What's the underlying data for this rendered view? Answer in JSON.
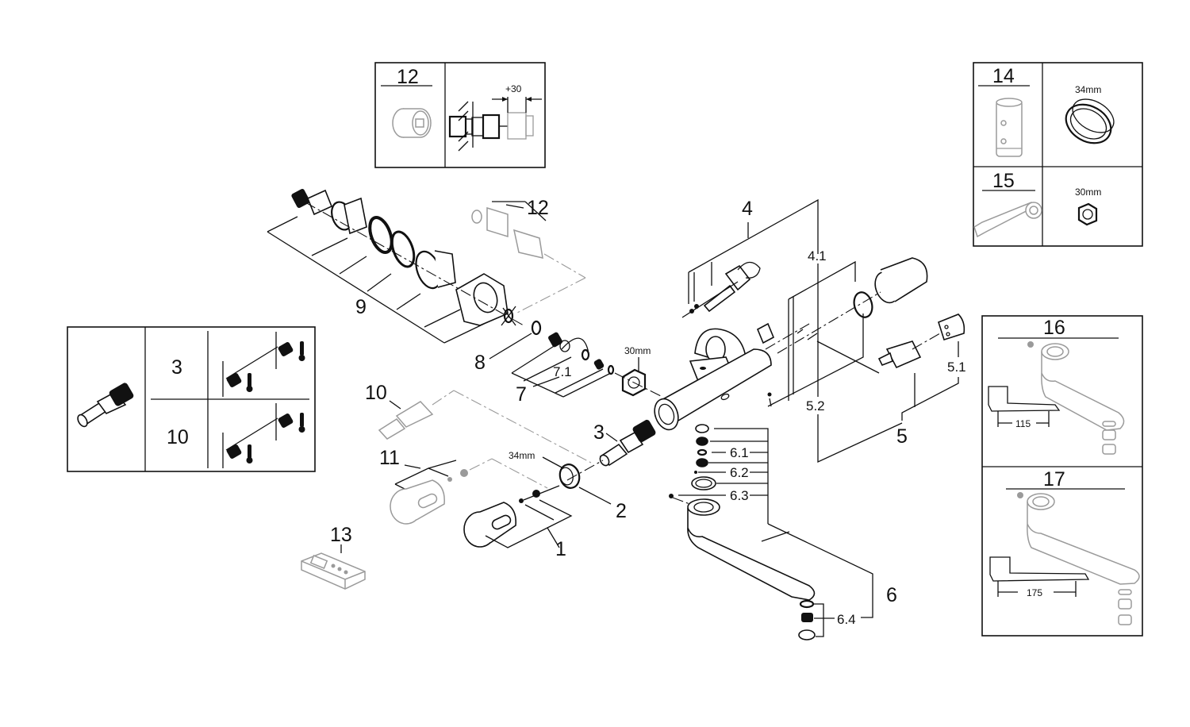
{
  "diagram": {
    "type": "exploded-parts-diagram",
    "subject": "thermostatic wall mixer with swivel spout",
    "main_labels": {
      "p1": "1",
      "p2": "2",
      "p3": "3",
      "p4": "4",
      "p4_1": "4.1",
      "p5": "5",
      "p5_1": "5.1",
      "p5_2": "5.2",
      "p6": "6",
      "p6_1": "6.1",
      "p6_2": "6.2",
      "p6_3": "6.3",
      "p6_4": "6.4",
      "p7": "7",
      "p7_1": "7.1",
      "p8": "8",
      "p9": "9",
      "p10": "10",
      "p11": "11",
      "p12": "12",
      "p13": "13"
    },
    "dimensions": {
      "nut_2": "34mm",
      "nut_7": "30mm"
    },
    "inset_12": {
      "label": "12",
      "extension": "+30"
    },
    "inset_14_15": {
      "label_14": "14",
      "size_14": "34mm",
      "label_15": "15",
      "size_15": "30mm"
    },
    "inset_3_10": {
      "label_3": "3",
      "label_10": "10"
    },
    "inset_16": {
      "label": "16",
      "spout_length": "115"
    },
    "inset_17": {
      "label": "17",
      "spout_length": "175"
    }
  }
}
